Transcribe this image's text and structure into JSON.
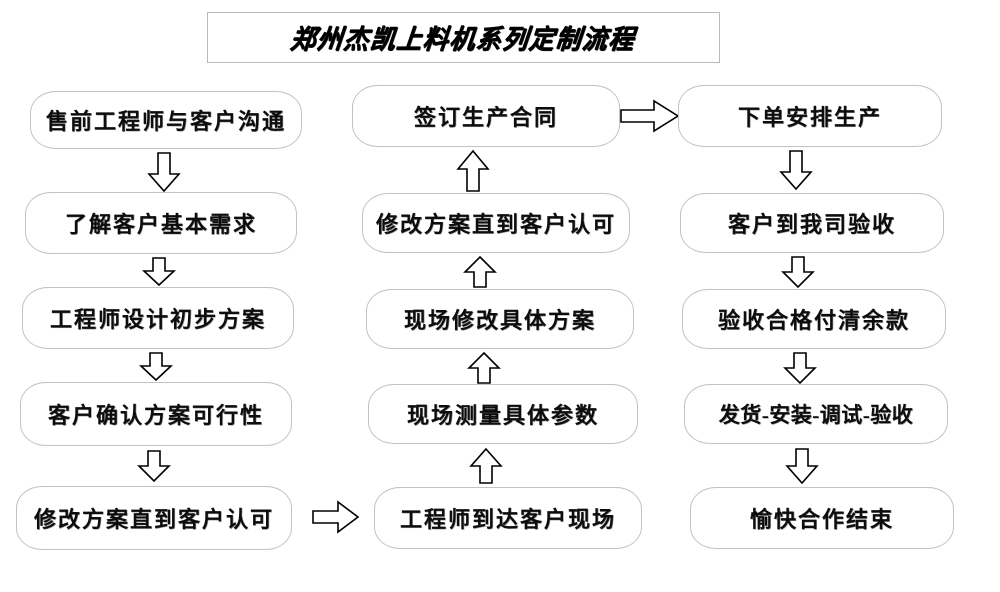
{
  "title": {
    "text": "郑州杰凯上料机系列定制流程"
  },
  "colors": {
    "box_border": "#c2c2c2",
    "title_border": "#b9b9b9",
    "text": "#0d0d0d",
    "arrow_stroke": "#000000",
    "background": "#ffffff"
  },
  "columns": [
    {
      "name": "column-1",
      "nodes": [
        {
          "label": "售前工程师与客户沟通"
        },
        {
          "label": "了解客户基本需求"
        },
        {
          "label": "工程师设计初步方案"
        },
        {
          "label": "客户确认方案可行性"
        },
        {
          "label": "修改方案直到客户认可"
        }
      ]
    },
    {
      "name": "column-2",
      "nodes": [
        {
          "label": "签订生产合同"
        },
        {
          "label": "修改方案直到客户认可"
        },
        {
          "label": "现场修改具体方案"
        },
        {
          "label": "现场测量具体参数"
        },
        {
          "label": "工程师到达客户现场"
        }
      ]
    },
    {
      "name": "column-3",
      "nodes": [
        {
          "label": "下单安排生产"
        },
        {
          "label": "客户到我司验收"
        },
        {
          "label": "验收合格付清余款"
        },
        {
          "label": "发货-安装-调试-验收"
        },
        {
          "label": "愉快合作结束"
        }
      ]
    }
  ],
  "arrows": [
    {
      "name": "arrow-down-c1-1",
      "direction": "down"
    },
    {
      "name": "arrow-down-c1-2",
      "direction": "down"
    },
    {
      "name": "arrow-down-c1-3",
      "direction": "down"
    },
    {
      "name": "arrow-down-c1-4",
      "direction": "down"
    },
    {
      "name": "arrow-right-c1-to-c2",
      "direction": "right"
    },
    {
      "name": "arrow-up-c2-1",
      "direction": "up"
    },
    {
      "name": "arrow-up-c2-2",
      "direction": "up"
    },
    {
      "name": "arrow-up-c2-3",
      "direction": "up"
    },
    {
      "name": "arrow-up-c2-4",
      "direction": "up"
    },
    {
      "name": "arrow-right-c2-to-c3",
      "direction": "right"
    },
    {
      "name": "arrow-down-c3-1",
      "direction": "down"
    },
    {
      "name": "arrow-down-c3-2",
      "direction": "down"
    },
    {
      "name": "arrow-down-c3-3",
      "direction": "down"
    },
    {
      "name": "arrow-down-c3-4",
      "direction": "down"
    }
  ]
}
